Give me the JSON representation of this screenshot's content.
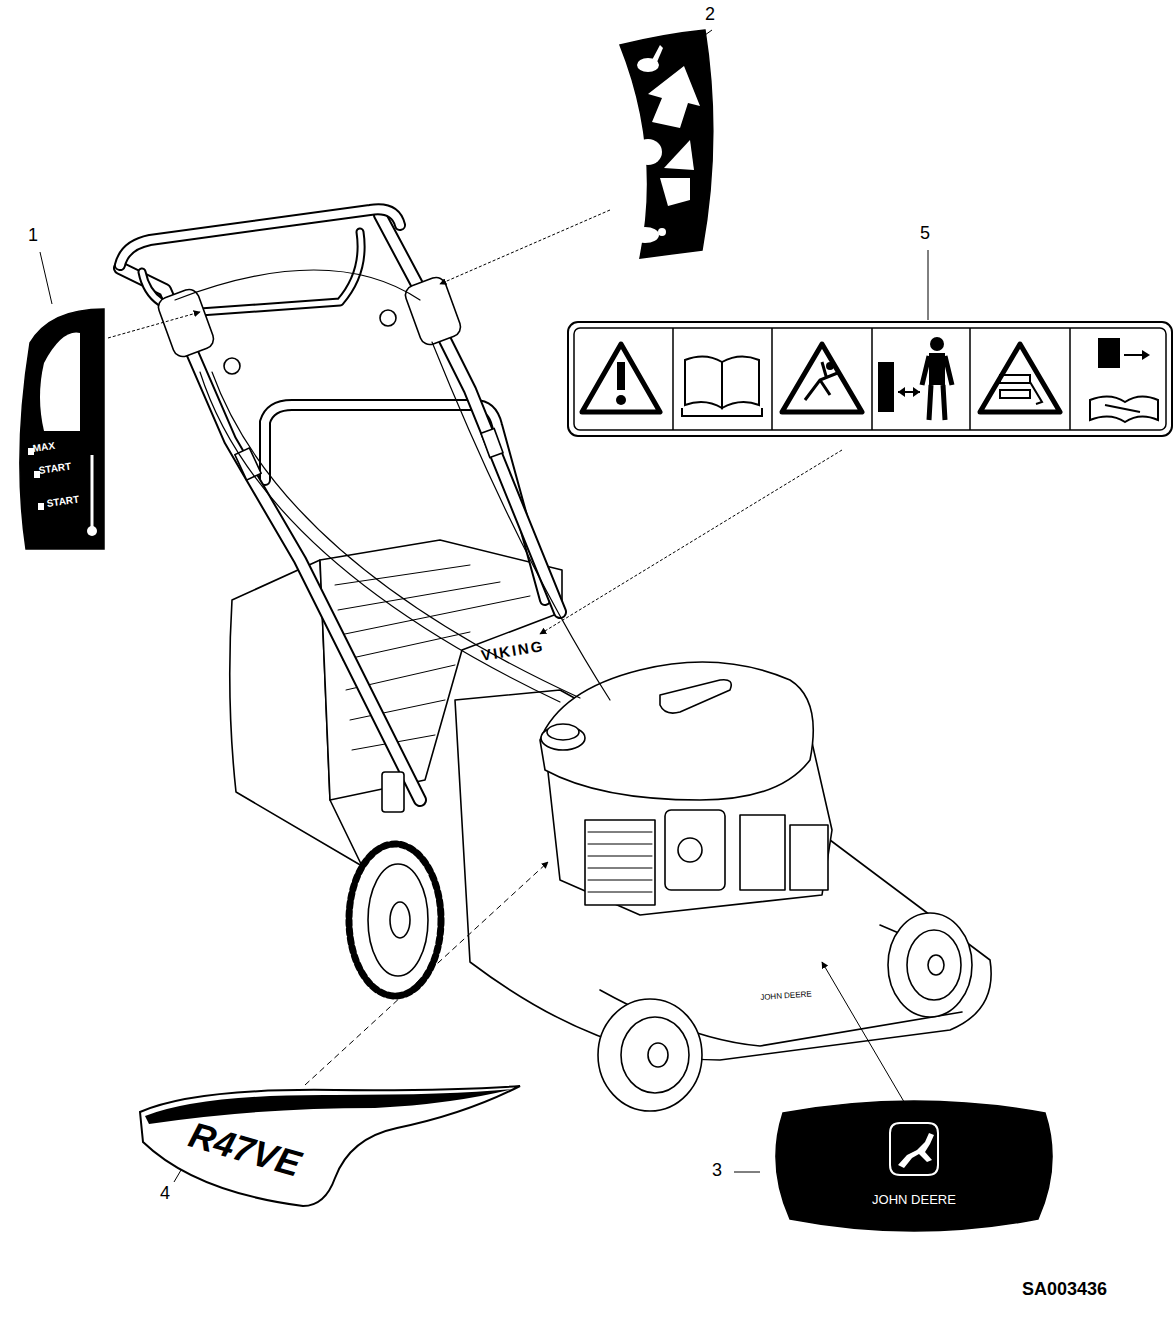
{
  "diagram": {
    "nodes": [
      {
        "text": [
          "MAX",
          "START",
          "START"
        ]
      },
      {
        "text": [
          "R47VE"
        ]
      },
      {
        "text": [
          "JOHN DEERE"
        ]
      }
    ],
    "labels": [
      "2",
      "1",
      "5",
      "VIKING",
      "JOHN DEERE",
      "4",
      "3",
      "SA003436"
    ]
  }
}
